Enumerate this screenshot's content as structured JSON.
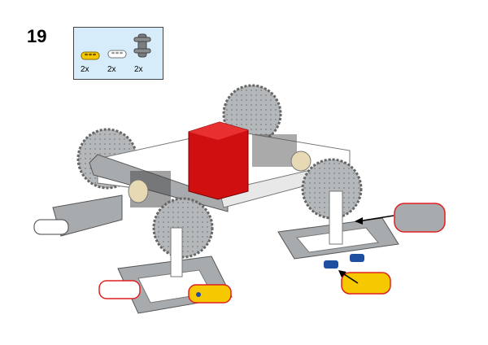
{
  "step": {
    "number": "19"
  },
  "parts_list": {
    "items": [
      {
        "part": "yellow-3-beam",
        "quantity": "2x",
        "color": "#f5c800"
      },
      {
        "part": "white-3-beam",
        "quantity": "2x",
        "color": "#ffffff"
      },
      {
        "part": "gray-cross-connector",
        "quantity": "2x",
        "color": "#8a8d8f"
      }
    ]
  },
  "colors": {
    "gray": "#a8abad",
    "red": "#d01010",
    "yellow": "#f5c800",
    "blue": "#1e4fa0",
    "callout": "#e02020"
  }
}
